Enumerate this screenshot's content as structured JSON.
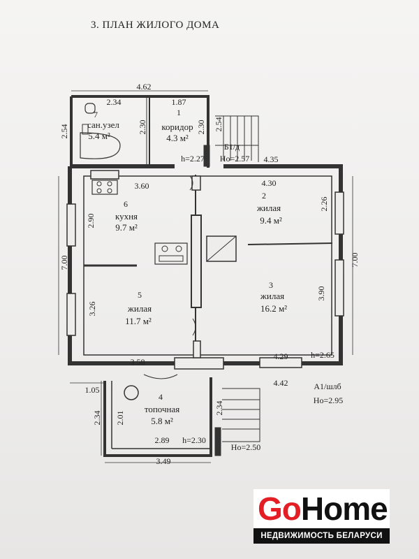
{
  "title": "3. ПЛАН ЖИЛОГО ДОМА",
  "rooms": [
    {
      "num": "7",
      "name": "сан.узел",
      "area": "5.4 м²"
    },
    {
      "num": "1",
      "name": "коридор",
      "area": "4.3 м²"
    },
    {
      "num": "6",
      "name": "кухня",
      "area": "9.7 м²"
    },
    {
      "num": "2",
      "name": "жилая",
      "area": "9.4 м²"
    },
    {
      "num": "5",
      "name": "жилая",
      "area": "11.7 м²"
    },
    {
      "num": "3",
      "name": "жилая",
      "area": "16.2 м²"
    },
    {
      "num": "4",
      "name": "топочная",
      "area": "5.8 м²"
    }
  ],
  "dims": {
    "d462": "4.62",
    "d234a": "2.34",
    "d187": "1.87",
    "d254a": "2.54",
    "d230a": "2.30",
    "d230b": "2.30",
    "d254b": "2.54",
    "h227": "h=2.27",
    "b1": "Б1/д",
    "ho257": "Но=2.57",
    "d435": "4.35",
    "d360": "3.60",
    "d430": "4.30",
    "d290": "2.90",
    "d226": "2.26",
    "d700a": "7.00",
    "d700b": "7.00",
    "d326": "3.26",
    "d390": "3.90",
    "d358": "3.58",
    "d429": "4.29",
    "h265": "h=2.65",
    "d442": "4.42",
    "d105": "1.05",
    "a1": "А1/шлб",
    "ho295": "Но=2.95",
    "d234b": "2.34",
    "d201": "2.01",
    "d234c": "2.34",
    "d289": "2.89",
    "h230": "h=2.30",
    "ho250": "Но=2.50",
    "d349": "3.49"
  },
  "logo": {
    "go": "Go",
    "home": "Home",
    "subtitle": "НЕДВИЖИМОСТЬ БЕЛАРУСИ"
  }
}
